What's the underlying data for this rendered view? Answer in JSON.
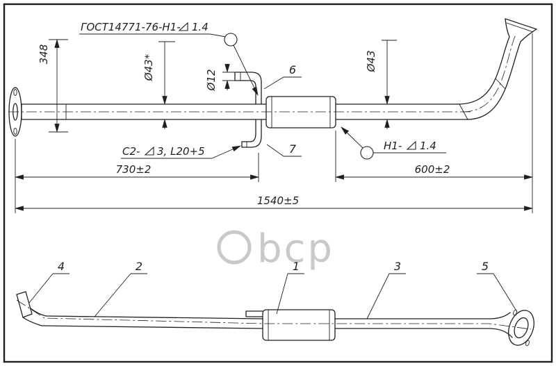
{
  "drawing": {
    "background": "#ffffff",
    "line_color": "#1f1f1f",
    "watermark_color": "#c9c9c9",
    "annotations": {
      "weld_standard_label": "ГОСТ14771-76-Н1-",
      "weld_standard_value": "1.4",
      "height_dim": "348",
      "pipe_dia_left": "Ø43*",
      "rod_dia": "Ø12",
      "pipe_dia_right": "Ø43",
      "weld_c2_label": "С2-",
      "weld_c2_value": "3, L20+5",
      "weld_h1_label": "Н1-",
      "weld_h1_value": "1.4",
      "length_left": "730±2",
      "length_right": "600±2",
      "length_total": "1540±5"
    },
    "callouts": {
      "part1": "1",
      "part2": "2",
      "part3": "3",
      "part4": "4",
      "part5": "5",
      "part6": "6",
      "part7": "7"
    },
    "watermark_text": "bcp"
  }
}
